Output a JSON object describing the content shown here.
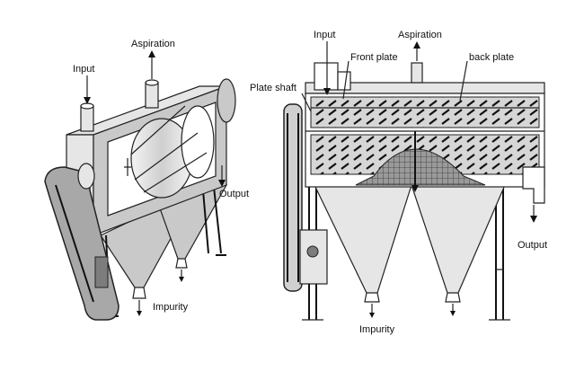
{
  "left_diagram": {
    "labels": {
      "aspiration": "Aspiration",
      "input": "Input",
      "output": "Output",
      "impurity": "Impurity"
    }
  },
  "right_diagram": {
    "labels": {
      "input": "Input",
      "aspiration": "Aspiration",
      "front_plate": "Front plate",
      "back_plate": "back plate",
      "plate_shaft": "Plate shaft",
      "output": "Output",
      "impurity": "Impurity"
    }
  }
}
